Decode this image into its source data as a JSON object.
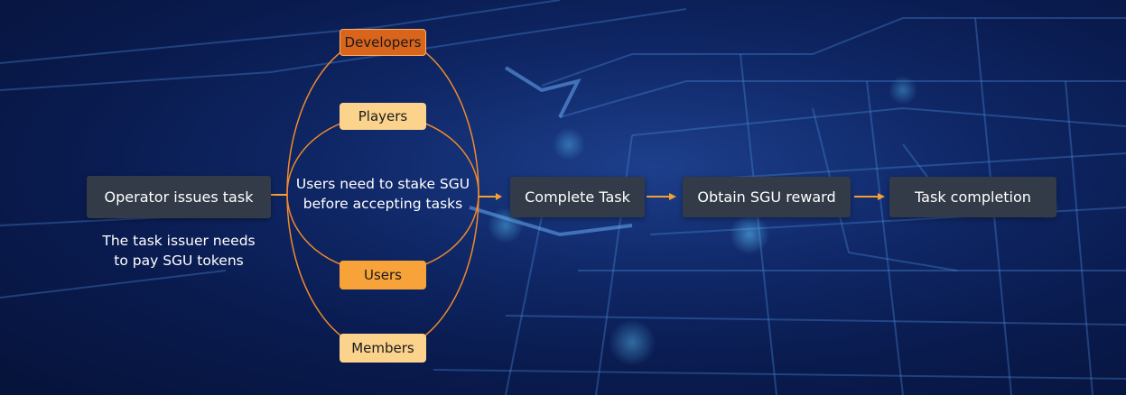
{
  "nodes": {
    "operator": "Operator issues task",
    "complete": "Complete Task",
    "reward": "Obtain SGU reward",
    "completion": "Task completion"
  },
  "roles": {
    "developers": "Developers",
    "players": "Players",
    "users": "Users",
    "members": "Members"
  },
  "notes": {
    "issuer_line1": "The task issuer needs",
    "issuer_line2": "to pay SGU tokens",
    "stake_line1": "Users need to stake SGU",
    "stake_line2": "before accepting tasks"
  },
  "colors": {
    "ellipse": "#f08a2a",
    "arrow": "#f5a030",
    "box_fill": "#333a48",
    "tag_dark": "#d9641c",
    "tag_light": "#fbd38c",
    "tag_mid": "#f7a339"
  }
}
